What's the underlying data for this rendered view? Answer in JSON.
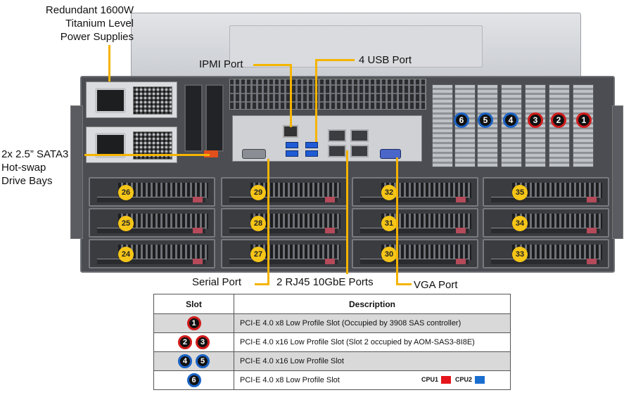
{
  "labels": {
    "psu_line1": "Redundant  1600W",
    "psu_line2": "Titanium  Level",
    "psu_line3": "Power Supplies",
    "ipmi": "IPMI  Port",
    "usb": "4 USB Port",
    "sata_line1": "2x 2.5” SATA3",
    "sata_line2": "Hot-swap",
    "sata_line3": "Drive Bays",
    "serial": "Serial Port",
    "rj45": "2 RJ45 10GbE Ports",
    "vga": "VGA Port"
  },
  "slots": [
    "6",
    "5",
    "4",
    "3",
    "2",
    "1"
  ],
  "slot_colors": {
    "red": "#d11b1b",
    "blue": "#1a62c4"
  },
  "drives": [
    "26",
    "29",
    "32",
    "35",
    "25",
    "28",
    "31",
    "34",
    "24",
    "27",
    "30",
    "33"
  ],
  "table": {
    "headers": [
      "Slot",
      "Description"
    ],
    "rows": [
      {
        "slots": [
          "1"
        ],
        "ring": [
          "red"
        ],
        "desc": "PCI-E  4.0 x8 Low Profile Slot (Occupied by 3908 SAS controller)"
      },
      {
        "slots": [
          "2",
          "3"
        ],
        "ring": [
          "red",
          "red"
        ],
        "desc": "PCI-E  4.0 x16 Low Profile Slot (Slot 2 occupied by AOM-SAS3-8I8E)"
      },
      {
        "slots": [
          "4",
          "5"
        ],
        "ring": [
          "blue",
          "blue"
        ],
        "desc": "PCI-E  4.0 x16 Low Profile Slot"
      },
      {
        "slots": [
          "6"
        ],
        "ring": [
          "blue"
        ],
        "desc": "PCI-E  4.0 x8 Low Profile Slot"
      }
    ],
    "legend": {
      "cpu1": "CPU1",
      "cpu2": "CPU2",
      "cpu1_color": "#e5151b",
      "cpu2_color": "#1a6ecf"
    }
  }
}
